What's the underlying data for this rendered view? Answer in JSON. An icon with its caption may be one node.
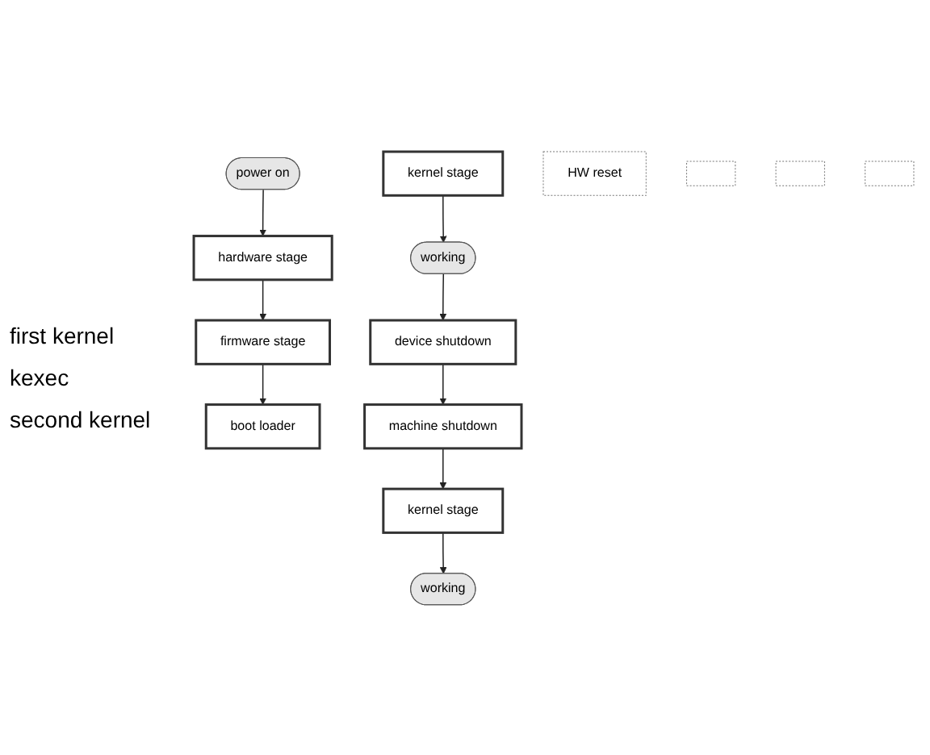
{
  "diagram": {
    "nodes": [
      {
        "text": [
          "power on"
        ]
      },
      {
        "text": [
          "hardware stage"
        ]
      },
      {
        "text": [
          "firmware stage"
        ]
      },
      {
        "text": [
          "boot loader"
        ]
      },
      {
        "text": [
          "kernel stage"
        ]
      },
      {
        "text": [
          "working"
        ]
      },
      {
        "text": [
          "device shutdown"
        ]
      },
      {
        "text": [
          "machine shutdown"
        ]
      },
      {
        "text": [
          "HW reset"
        ]
      },
      {
        "text": [],
        "shape": "box"
      },
      {
        "text": [],
        "shape": "box"
      },
      {
        "text": [],
        "shape": "box"
      },
      {
        "text": [
          "kernel stage"
        ]
      },
      {
        "text": [
          "working"
        ]
      }
    ],
    "edges": [
      {
        "from": 0,
        "to": 1,
        "arrow": "to"
      },
      {
        "from": 1,
        "to": 2,
        "arrow": "to"
      },
      {
        "from": 2,
        "to": 3,
        "arrow": "to"
      },
      {
        "from": 4,
        "to": 5,
        "arrow": "to"
      },
      {
        "from": 5,
        "to": 6,
        "arrow": "to"
      },
      {
        "from": 6,
        "to": 7,
        "arrow": "to"
      },
      {
        "from": 7,
        "to": 12,
        "arrow": "to"
      },
      {
        "from": 12,
        "to": 13,
        "arrow": "to"
      }
    ],
    "labels": [
      "first kernel",
      "kexec",
      "second kernel"
    ]
  }
}
